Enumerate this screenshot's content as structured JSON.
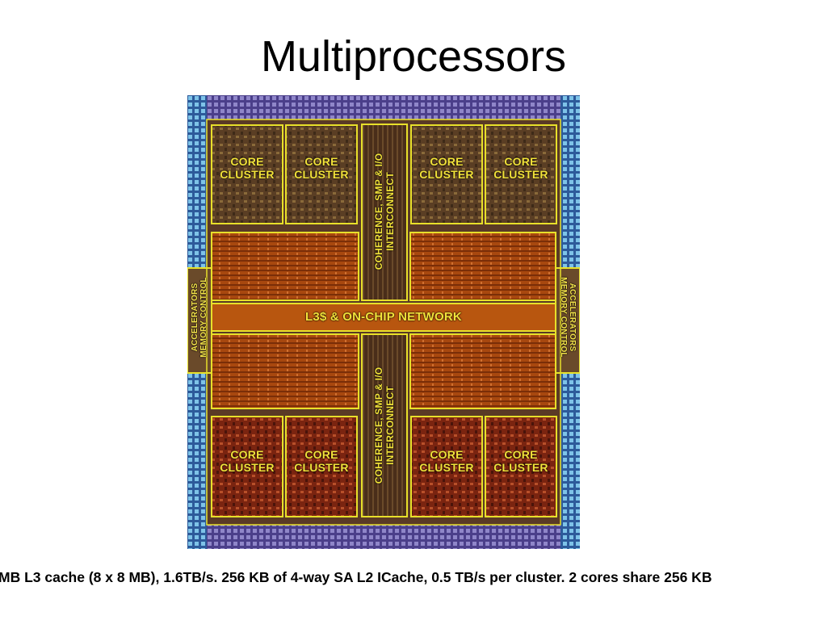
{
  "slide": {
    "title": "Multiprocessors",
    "caption": "MB L3 cache (8 x 8 MB), 1.6TB/s. 256 KB of 4-way SA L2 ICache, 0.5 TB/s per cluster. 2 cores share 256 KB"
  },
  "die": {
    "core_cluster_label": [
      "CORE",
      "CLUSTER"
    ],
    "interconnect_label": [
      "COHERENCE, SMP & I/O",
      "INTERCONNECT"
    ],
    "network_label": "L3$ & ON-CHIP NETWORK",
    "side_label": [
      "ACCELERATORS",
      "MEMORY CONTROL"
    ]
  },
  "colors": {
    "label_yellow": "#f2e23a",
    "outline_yellow": "#e8e02a",
    "die_border_purple": "#5a4a9a",
    "core_top": "#6a4a2a",
    "core_bottom": "#8a2a12",
    "cache_orange": "#b84a10"
  }
}
